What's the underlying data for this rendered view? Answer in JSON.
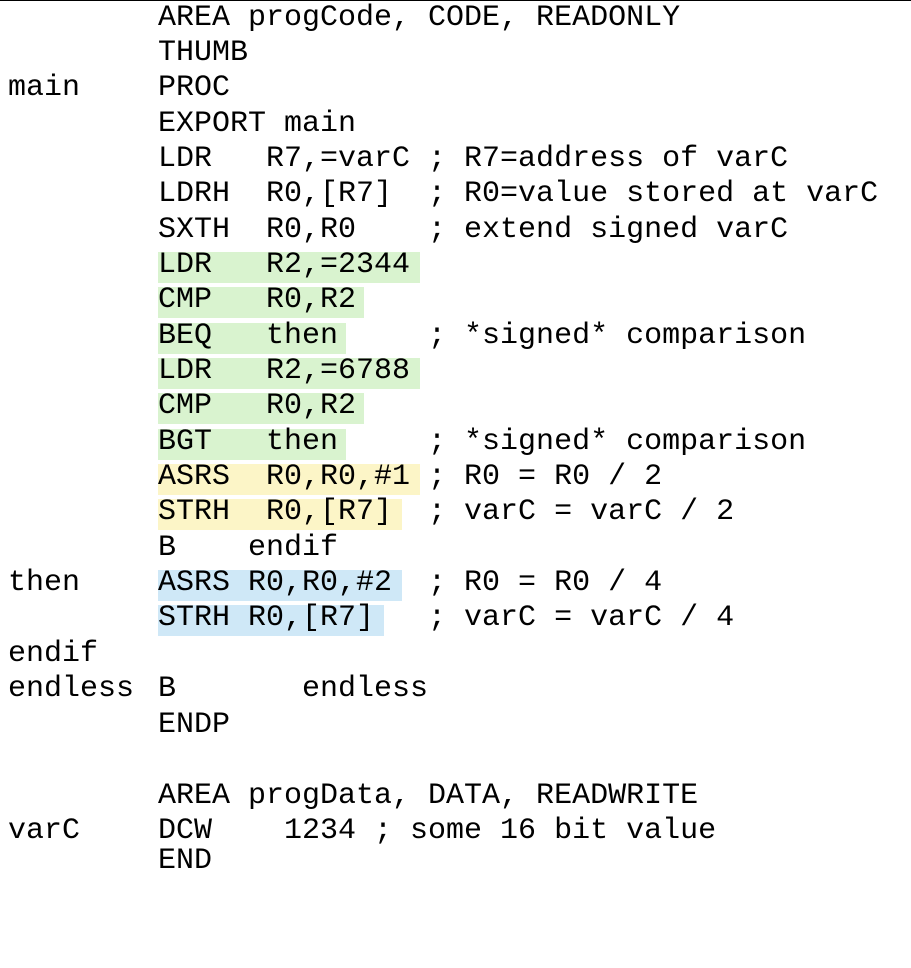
{
  "colors": {
    "green_highlight": "#d9f3cf",
    "yellow_highlight": "#fcf5c7",
    "blue_highlight": "#cfe8f7"
  },
  "lines": [
    {
      "label": "",
      "code": "AREA progCode, CODE, READONLY"
    },
    {
      "label": "",
      "code": "THUMB"
    },
    {
      "label": "main",
      "code": "PROC"
    },
    {
      "label": "",
      "code": "EXPORT main"
    },
    {
      "label": "",
      "code": "LDR   R7,=varC ; R7=address of varC"
    },
    {
      "label": "",
      "code": "LDRH  R0,[R7]  ; R0=value stored at varC"
    },
    {
      "label": "",
      "code": "SXTH  R0,R0    ; extend signed varC"
    },
    {
      "label": "",
      "code": "LDR   R2,=2344",
      "highlight": "green"
    },
    {
      "label": "",
      "code": "CMP   R0,R2",
      "highlight": "green"
    },
    {
      "label": "",
      "code": "BEQ   then     ; *signed* comparison",
      "highlight": "green"
    },
    {
      "label": "",
      "code": "LDR   R2,=6788",
      "highlight": "green"
    },
    {
      "label": "",
      "code": "CMP   R0,R2",
      "highlight": "green"
    },
    {
      "label": "",
      "code": "BGT   then     ; *signed* comparison",
      "highlight": "green"
    },
    {
      "label": "",
      "code": "ASRS  R0,R0,#1 ; R0 = R0 / 2",
      "highlight": "yellow"
    },
    {
      "label": "",
      "code": "STRH  R0,[R7]  ; varC = varC / 2",
      "highlight": "yellow"
    },
    {
      "label": "",
      "code": "B    endif"
    },
    {
      "label": "then",
      "code": "ASRS R0,R0,#2  ; R0 = R0 / 4",
      "highlight": "blue"
    },
    {
      "label": "",
      "code": "STRH R0,[R7]   ; varC = varC / 4",
      "highlight": "blue"
    },
    {
      "label": "endif",
      "code": ""
    },
    {
      "label": "endless",
      "code": "B       endless"
    },
    {
      "label": "",
      "code": "ENDP"
    },
    {
      "label": "",
      "code": ""
    },
    {
      "label": "",
      "code": "AREA progData, DATA, READWRITE"
    },
    {
      "label": "varC",
      "code": "DCW    1234 ; some 16 bit value"
    },
    {
      "label": "",
      "code": "END"
    }
  ]
}
